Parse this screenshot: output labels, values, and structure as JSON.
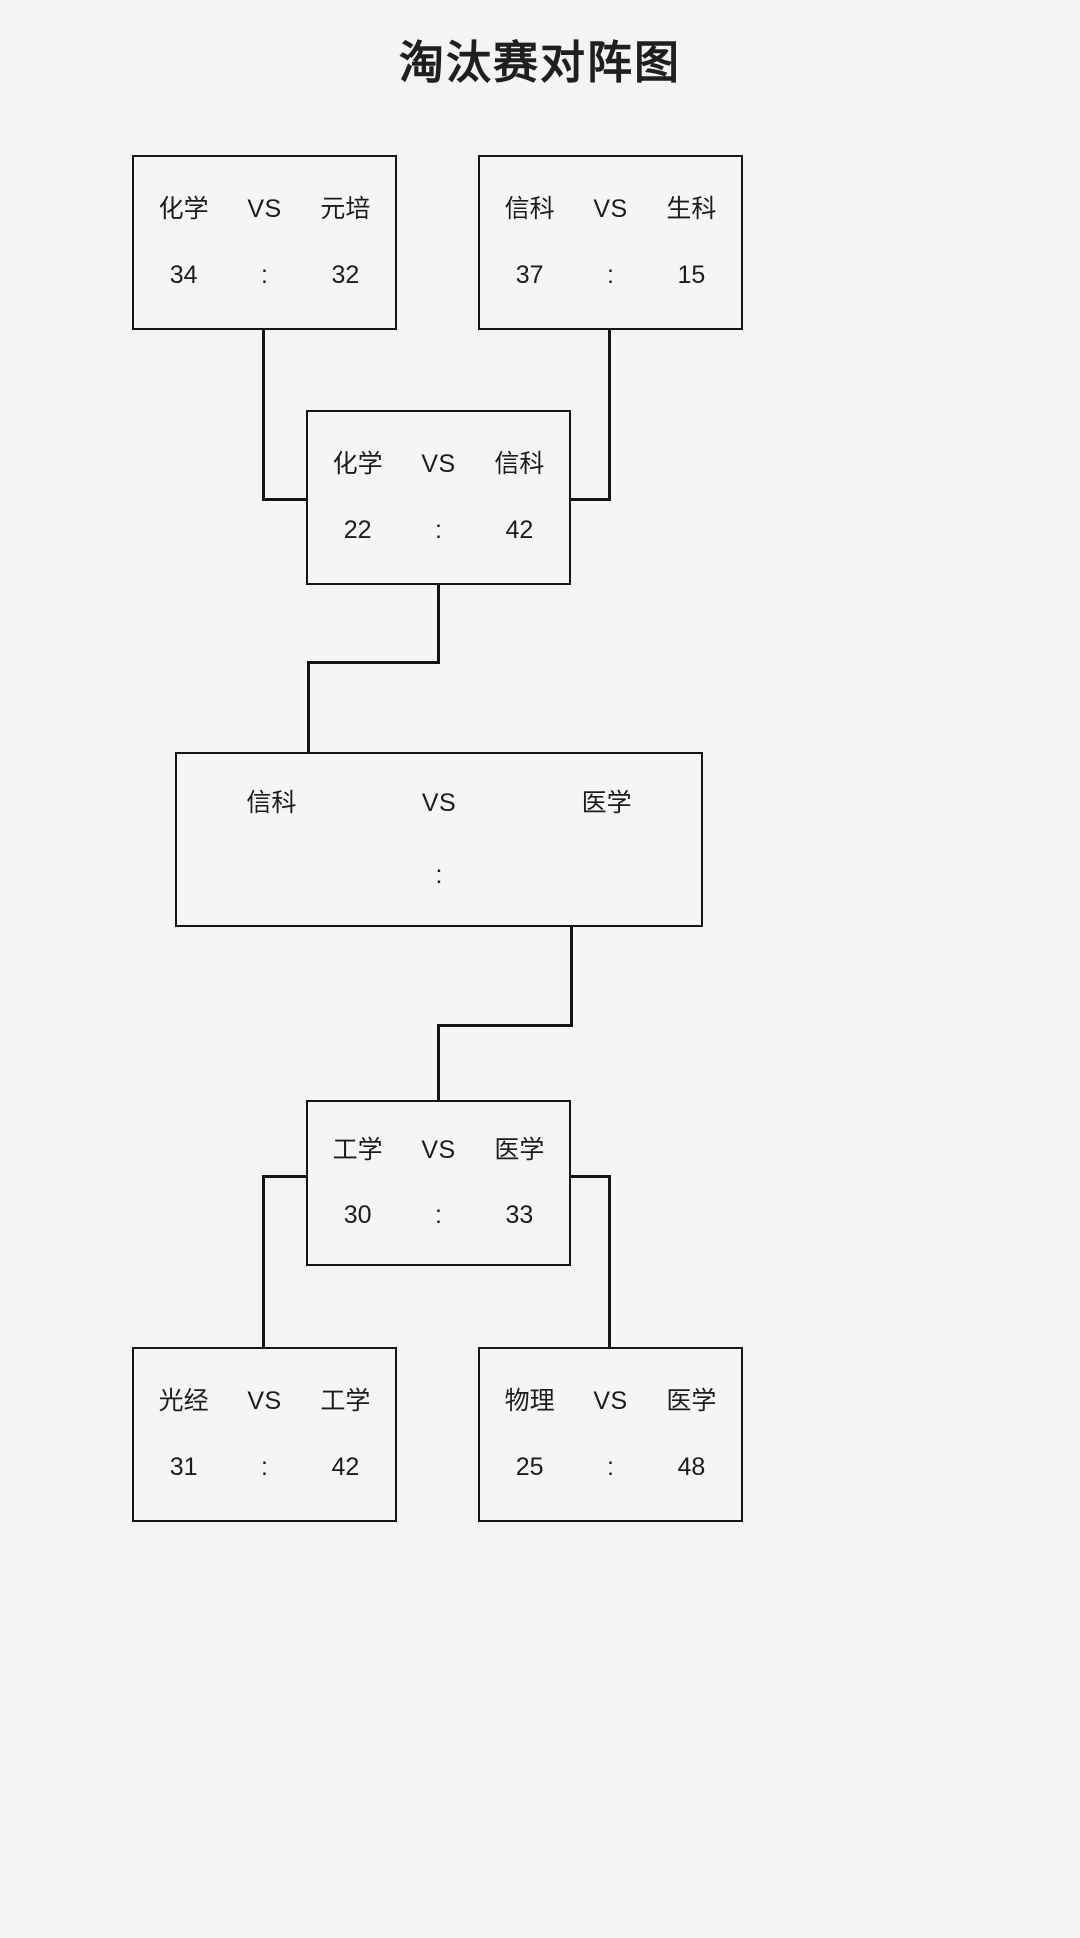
{
  "page": {
    "title": "淘汰赛对阵图",
    "background_color": "#f4f4f4",
    "line_color": "#141414",
    "box_fill": "#f5f5f5",
    "text_color": "#1c1c1c"
  },
  "labels": {
    "vs": "VS",
    "colon": ":"
  },
  "bracket": {
    "matches": [
      {
        "id": "qf-left",
        "round": "首轮-左",
        "home": "化学",
        "away": "元培",
        "home_score": "34",
        "away_score": "32",
        "separator": ":"
      },
      {
        "id": "qf-right",
        "round": "首轮-右",
        "home": "信科",
        "away": "生科",
        "home_score": "37",
        "away_score": "15",
        "separator": ":"
      },
      {
        "id": "sf-upper",
        "round": "半决赛-上",
        "home": "化学",
        "away": "信科",
        "home_score": "22",
        "away_score": "42",
        "separator": ":"
      },
      {
        "id": "final",
        "round": "决赛",
        "home": "信科",
        "away": "医学",
        "home_score": "",
        "away_score": "",
        "separator": ":"
      },
      {
        "id": "sf-lower",
        "round": "半决赛-下",
        "home": "工学",
        "away": "医学",
        "home_score": "30",
        "away_score": "33",
        "separator": ":"
      },
      {
        "id": "qf-bottom-left",
        "round": "首轮-下左",
        "home": "光经",
        "away": "工学",
        "home_score": "31",
        "away_score": "42",
        "separator": ":"
      },
      {
        "id": "qf-bottom-right",
        "round": "首轮-下右",
        "home": "物理",
        "away": "医学",
        "home_score": "25",
        "away_score": "48",
        "separator": ":"
      }
    ]
  }
}
